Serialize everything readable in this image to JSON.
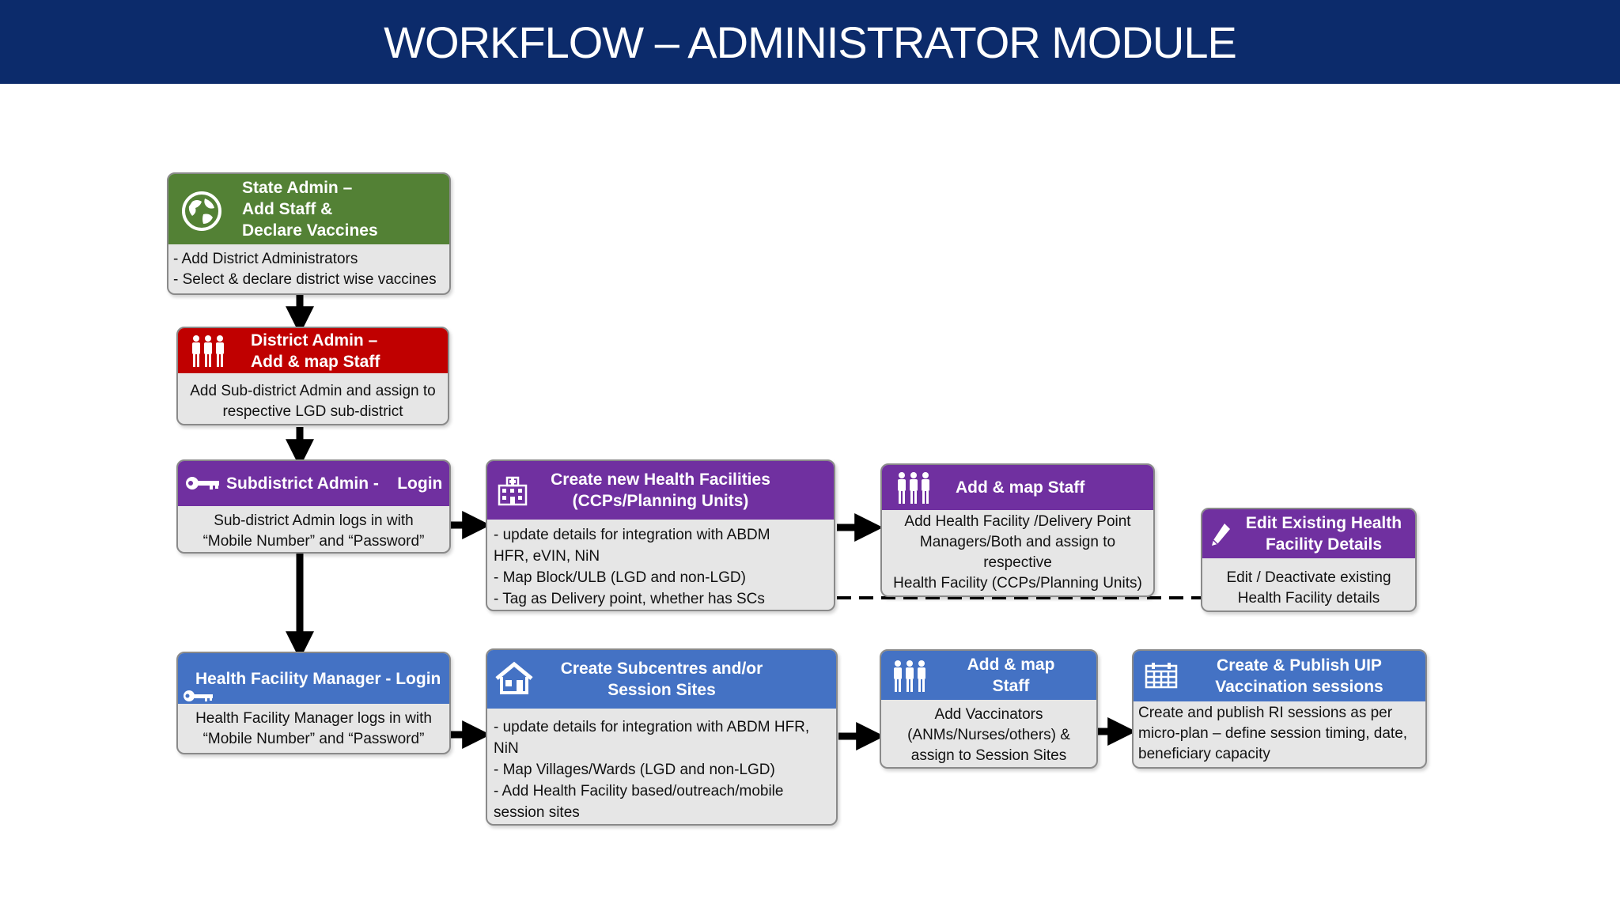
{
  "title": "WORKFLOW – ADMINISTRATOR MODULE",
  "colors": {
    "header_bg": "#0c2b6b",
    "green": "#538135",
    "red": "#c00000",
    "purple": "#7030a0",
    "blue": "#4472c4",
    "card_body": "#e6e6e6"
  },
  "cards": {
    "state_admin": {
      "icon": "globe-icon",
      "title": "State Admin –\nAdd Staff &\nDeclare Vaccines",
      "body": "- Add District Administrators\n- Select & declare district wise vaccines"
    },
    "district_admin": {
      "icon": "people-icon",
      "title": "District Admin –\nAdd & map Staff",
      "body": "Add Sub-district Admin and assign to\nrespective LGD sub-district"
    },
    "subdistrict_login": {
      "icon": "key-icon",
      "title": "Subdistrict Admin -    Login",
      "body": "Sub-district Admin logs in with\n“Mobile Number” and “Password”"
    },
    "create_facilities": {
      "icon": "hospital-icon",
      "title": "Create new Health Facilities\n(CCPs/Planning Units)",
      "body": "- update details for integration with ABDM\nHFR, eVIN, NiN\n- Map Block/ULB (LGD and non-LGD)\n- Tag as Delivery point, whether has SCs"
    },
    "add_map_staff_1": {
      "icon": "people-icon",
      "title": "Add & map Staff",
      "body": "Add Health Facility /Delivery Point\nManagers/Both and assign to\nrespective\nHealth Facility (CCPs/Planning Units)"
    },
    "edit_facility": {
      "icon": "pencil-icon",
      "title": "Edit Existing Health\nFacility Details",
      "body": "Edit / Deactivate existing\nHealth Facility details"
    },
    "hfm_login": {
      "icon": "key-icon",
      "title": "Health Facility Manager - Login",
      "body": "Health Facility Manager logs in with\n“Mobile Number” and “Password”"
    },
    "create_subcentres": {
      "icon": "house-icon",
      "title": "Create Subcentres and/or\nSession Sites",
      "body": "- update details for integration with ABDM HFR,\nNiN\n- Map Villages/Wards (LGD and non-LGD)\n- Add Health Facility based/outreach/mobile\nsession sites"
    },
    "add_map_staff_2": {
      "icon": "people-icon",
      "title": "Add & map\nStaff",
      "body": "Add Vaccinators\n(ANMs/Nurses/others) &\nassign to Session Sites"
    },
    "create_publish": {
      "icon": "calendar-icon",
      "title": "Create & Publish UIP\nVaccination sessions",
      "body": "Create and publish RI sessions as per\nmicro-plan – define session timing, date,\nbeneficiary capacity"
    }
  }
}
